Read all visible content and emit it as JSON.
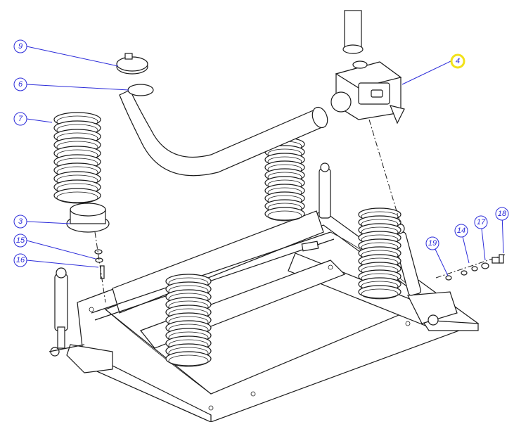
{
  "callouts": [
    {
      "id": "callout-9",
      "label": "9"
    },
    {
      "id": "callout-6",
      "label": "6"
    },
    {
      "id": "callout-7",
      "label": "7"
    },
    {
      "id": "callout-3",
      "label": "3"
    },
    {
      "id": "callout-15",
      "label": "15"
    },
    {
      "id": "callout-16",
      "label": "16"
    },
    {
      "id": "callout-4",
      "label": "4",
      "highlighted": true
    },
    {
      "id": "callout-19",
      "label": "19"
    },
    {
      "id": "callout-14",
      "label": "14"
    },
    {
      "id": "callout-17",
      "label": "17"
    },
    {
      "id": "callout-18",
      "label": "18"
    }
  ],
  "colors": {
    "leader": "#2b2bd9",
    "highlight": "#f2e21a",
    "linework": "#1a1a1a"
  }
}
